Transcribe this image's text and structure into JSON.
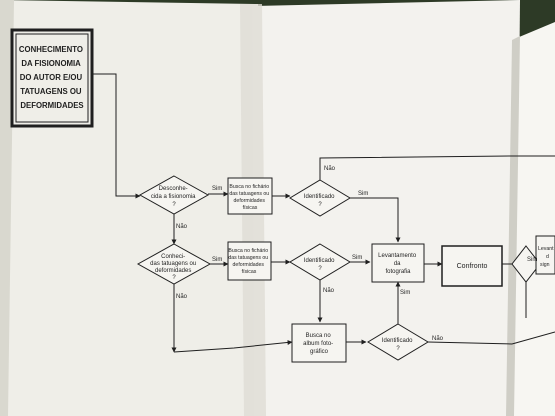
{
  "title_box": {
    "lines": [
      "CONHECIMENTO",
      "DA FISIONOMIA",
      "DO AUTOR E/OU",
      "TATUAGENS OU",
      "DEFORMIDADES"
    ]
  },
  "decisions": {
    "d1": {
      "lines": [
        "Desconhe-",
        "cida a fisionomia",
        "?"
      ]
    },
    "d2": {
      "lines": [
        "Conheci-",
        "das tatuagens ou",
        "deformidades",
        "?"
      ]
    },
    "d3": {
      "lines": [
        "Identificado",
        "?"
      ]
    },
    "d4": {
      "lines": [
        "Identificado",
        "?"
      ]
    },
    "d5": {
      "lines": [
        "Identificado",
        "?"
      ]
    },
    "d6": {
      "lines": [
        "Sim"
      ]
    }
  },
  "processes": {
    "p1": {
      "lines": [
        "Busca no fichário",
        "das tatuagens ou",
        "deformidades",
        "físicas"
      ]
    },
    "p2": {
      "lines": [
        "Busca no fichário",
        "das tatuagens ou",
        "deformidades",
        "físicas"
      ]
    },
    "p3": {
      "lines": [
        "Levantamento",
        "da",
        "fotografia"
      ]
    },
    "p4": {
      "lines": [
        "Confronto"
      ]
    },
    "p5": {
      "lines": [
        "Busca no",
        "album foto-",
        "gráfico"
      ]
    },
    "p6": {
      "lines": [
        "Levant",
        "d",
        "sign"
      ]
    }
  },
  "edge_labels": {
    "sim1": "Sim",
    "nao1": "Não",
    "sim2": "Sim",
    "nao2": "Não",
    "sim3": "Sim",
    "nao3": "Não",
    "sim4": "Sim",
    "nao4": "Não",
    "sim5": "Sim",
    "nao5": "Não",
    "sim6": "Sim"
  },
  "colors": {
    "paper": "#f1f0ea",
    "paper_shade": "#e3e2da",
    "ink": "#1f1f1f",
    "background": "#2d3a26"
  }
}
